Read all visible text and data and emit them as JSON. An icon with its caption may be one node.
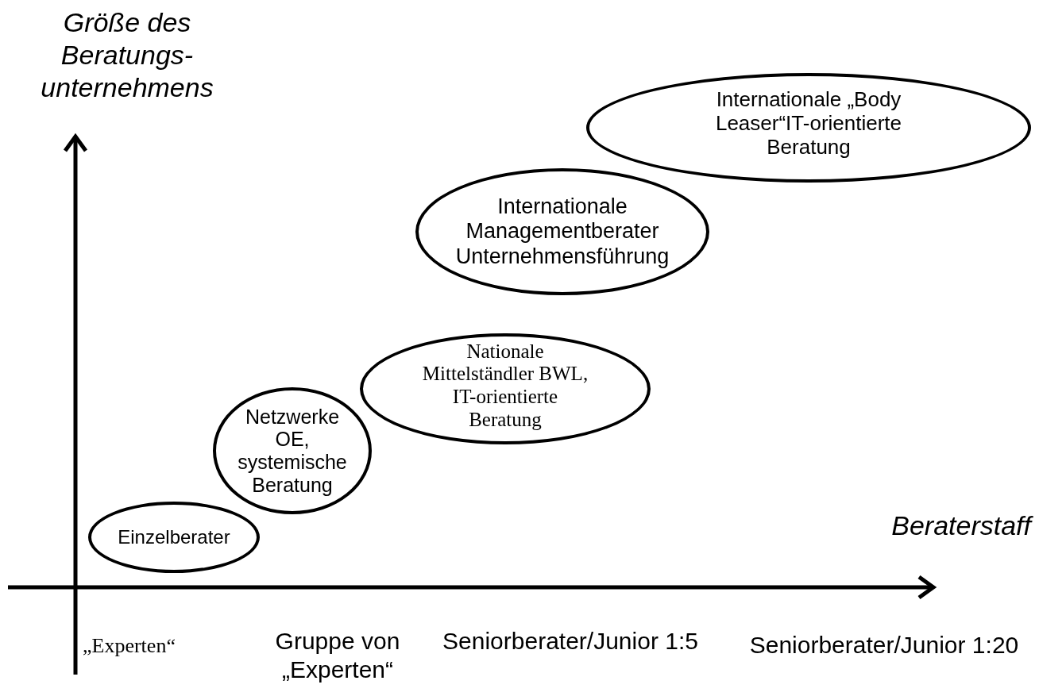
{
  "diagram": {
    "nodes": [
      {
        "text": [
          "Internationale „Body Leaser“IT-orientierte Beratung"
        ]
      },
      {
        "text": [
          "Internationale Managementberater Unternehmensführung"
        ]
      },
      {
        "text": [
          "Nationale Mittelständler BWL, IT-orientierte Beratung"
        ]
      },
      {
        "text": [
          "Netzwerke OE, systemische Beratung"
        ]
      },
      {
        "text": [
          "Einzelberater"
        ]
      }
    ],
    "edges": [],
    "labels": [
      "Größe des Beratungs- unternehmens",
      "Beraterstaff",
      "„Experten“",
      "Gruppe von „Experten“",
      "Seniorberater/Junior 1:5",
      "Seniorberater/Junior 1:20"
    ]
  }
}
